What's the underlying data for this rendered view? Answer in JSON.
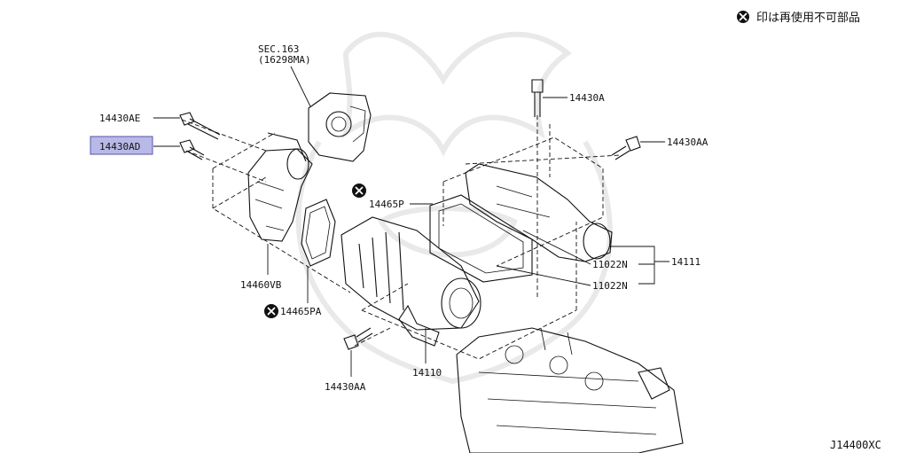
{
  "legend": {
    "symbol": "⊗",
    "text": "印は再使用不可部品"
  },
  "diagram_code": "J14400XC",
  "section_ref": {
    "line1": "SEC.163",
    "line2": "(16298MA)"
  },
  "labels": {
    "p14430AE": "14430AE",
    "p14430AD": "14430AD",
    "p14430A": "14430A",
    "p14430AA_top": "14430AA",
    "p14465P": "14465P",
    "p14111": "14111",
    "p11022N_1": "11022N",
    "p11022N_2": "11022N",
    "p14460VB": "14460VB",
    "p14465PA": "14465PA",
    "p14110": "14110",
    "p14430AA_bottom": "14430AA"
  },
  "highlight_color": "#b9b9e8"
}
